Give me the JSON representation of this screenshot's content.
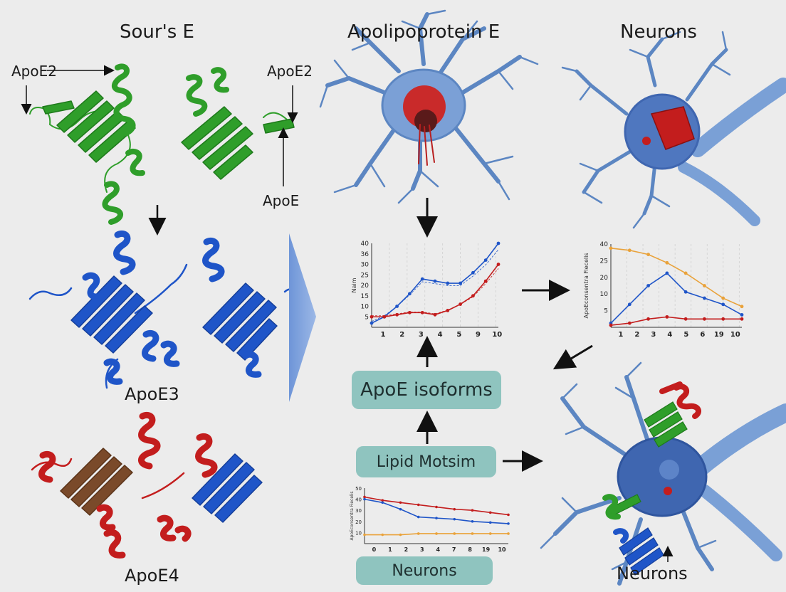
{
  "titles": {
    "left": "Sour's E",
    "center": "Apolipoprotein E",
    "right": "Neurons"
  },
  "protein_labels": {
    "apoe2_left": "ApoE2",
    "apoe2_right": "ApoE2",
    "apoe": "ApoE",
    "apoe3": "ApoE3",
    "apoe4": "ApoE4",
    "neurons_bottom": "Neurons"
  },
  "boxes": {
    "isoforms": "ApoE isoforms",
    "lipid": "Lipid Motsim",
    "neurons": "Neurons"
  },
  "colors": {
    "green": "#2f9e2a",
    "blue": "#1f55c8",
    "red": "#c31d1d",
    "orange": "#e9a23a",
    "box": "#8fc4bf",
    "neuron": "#5c86c2",
    "nucleus": "#3f66b0"
  },
  "chart_data": [
    {
      "type": "line",
      "ylabel": "Naim",
      "x": [
        0,
        1,
        2,
        3,
        4,
        5,
        6,
        7,
        8,
        9,
        10
      ],
      "x_tick_labels": [
        "1",
        "2",
        "3",
        "4",
        "5",
        "9",
        "10"
      ],
      "y_tick_labels": [
        "5",
        "10",
        "15",
        "20",
        "25",
        "30",
        "36",
        "40"
      ],
      "ylim": [
        0,
        40
      ],
      "grid": true,
      "series": [
        {
          "color": "#1f55c8",
          "values": [
            2,
            5,
            10,
            16,
            23,
            22,
            21,
            21,
            26,
            32,
            40
          ]
        },
        {
          "color": "#c31d1d",
          "values": [
            5,
            5,
            6,
            7,
            7,
            6,
            8,
            11,
            15,
            22,
            30
          ]
        }
      ]
    },
    {
      "type": "line",
      "ylabel": "ApoEconsentra Fiecelis",
      "x": [
        1,
        2,
        3,
        4,
        5,
        6,
        7,
        8
      ],
      "x_tick_labels": [
        "1",
        "2",
        "3",
        "4",
        "5",
        "6",
        "19",
        "10"
      ],
      "y_tick_labels": [
        "5",
        "10",
        "20",
        "25",
        "40"
      ],
      "ylim": [
        0,
        40
      ],
      "grid": true,
      "series": [
        {
          "color": "#e9a23a",
          "values": [
            38,
            37,
            35,
            31,
            26,
            20,
            14,
            10
          ]
        },
        {
          "color": "#1f55c8",
          "values": [
            2,
            11,
            20,
            26,
            17,
            14,
            11,
            6
          ]
        },
        {
          "color": "#c31d1d",
          "values": [
            1,
            2,
            4,
            5,
            4,
            4,
            4,
            4
          ]
        }
      ]
    },
    {
      "type": "line",
      "ylabel": "ApoEconsentra Fiecelis",
      "x": [
        1,
        2,
        3,
        4,
        5,
        6,
        7,
        8,
        9
      ],
      "x_tick_labels": [
        "0",
        "1",
        "2",
        "3",
        "4",
        "7",
        "8",
        "19",
        "10"
      ],
      "y_tick_labels": [
        "10",
        "20",
        "30",
        "40",
        "50"
      ],
      "ylim": [
        0,
        50
      ],
      "grid": false,
      "series": [
        {
          "color": "#c31d1d",
          "values": [
            42,
            39,
            37,
            35,
            33,
            31,
            30,
            28,
            26
          ]
        },
        {
          "color": "#1f55c8",
          "values": [
            40,
            37,
            31,
            24,
            23,
            22,
            20,
            19,
            18
          ]
        },
        {
          "color": "#e9a23a",
          "values": [
            8,
            8,
            8,
            9,
            9,
            9,
            9,
            9,
            9
          ]
        }
      ]
    }
  ]
}
